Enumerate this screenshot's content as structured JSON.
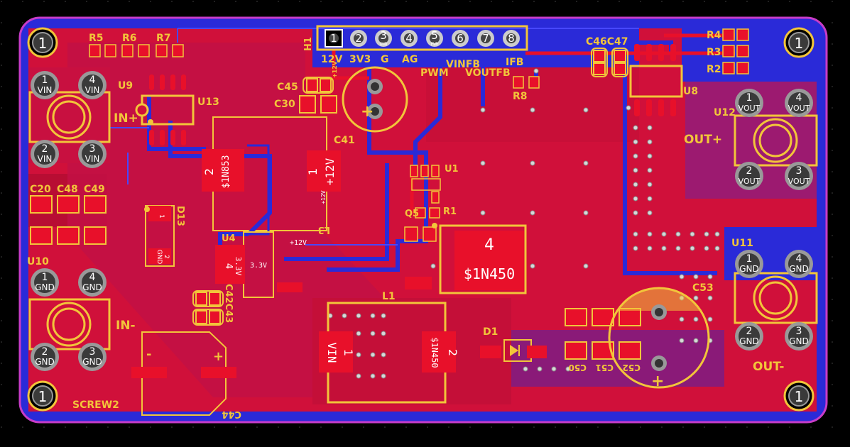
{
  "colors": {
    "background": "#000000",
    "board_edge": "#c83cc8",
    "copper_top": "#d0103a",
    "copper_top_dark": "#a80d30",
    "copper_bottom": "#2a2ad8",
    "silkscreen": "#f2c53a",
    "pad": "#e8102a",
    "via": "#c8c8c8"
  },
  "board": {
    "mount_holes": [
      {
        "id": "h1",
        "label": "1"
      },
      {
        "id": "h2",
        "label": "1"
      },
      {
        "id": "h3",
        "label": "1"
      },
      {
        "id": "h4",
        "label": "1"
      }
    ],
    "labels": {
      "r5": "R5",
      "r6": "R6",
      "r7": "R7",
      "h1": "H1",
      "u9": "U9",
      "u13": "U13",
      "c45": "C45",
      "c30": "C30",
      "c41": "C41",
      "c46c47": "C46C47",
      "r4": "R4",
      "r3": "R3",
      "r2": "R2",
      "u8": "U8",
      "r8": "R8",
      "u12": "U12",
      "in_plus": "IN+",
      "out_plus": "OUT+",
      "in_minus": "IN-",
      "out_minus": "OUT-",
      "c20": "C20",
      "c48": "C48",
      "c49": "C49",
      "d13": "D13",
      "u4": "U4",
      "c42c43": "C42C43",
      "u10": "U10",
      "screw2": "SCREW2",
      "c44": "C44",
      "l1": "L1",
      "l3": "L3",
      "u1": "U1",
      "q5": "Q5",
      "r1": "R1",
      "d1": "D1",
      "u11": "U11",
      "c53": "C53",
      "c50": "C50",
      "c51": "C51",
      "c52": "C52"
    },
    "header": {
      "pins": [
        "1",
        "2",
        "3",
        "4",
        "5",
        "6",
        "7",
        "8"
      ],
      "pin_names": [
        "",
        "",
        "GND",
        "",
        "PWM",
        "",
        "",
        ""
      ],
      "labels_row1": [
        "12V",
        "3V3",
        "G",
        "AG"
      ],
      "labels_row1_small": "+12V",
      "vinfb": "VINFB",
      "ifb": "IFB",
      "pwm": "PWM",
      "voutfb": "VOUTFB"
    },
    "terminals": {
      "u9": {
        "pins": [
          "1",
          "4",
          "2",
          "3"
        ],
        "names": [
          "VIN",
          "VIN",
          "VIN",
          "VIN"
        ]
      },
      "u12": {
        "pins": [
          "1",
          "4",
          "2",
          "3"
        ],
        "names": [
          "VOUT",
          "VOUT",
          "VOUT",
          "VOUT"
        ]
      },
      "u10": {
        "pins": [
          "1",
          "4",
          "2",
          "3"
        ],
        "names": [
          "GND",
          "GND",
          "GND",
          "GND"
        ]
      },
      "u11": {
        "pins": [
          "1",
          "4",
          "2",
          "3"
        ],
        "names": [
          "GND",
          "GND",
          "GND",
          "GND"
        ]
      }
    },
    "pads": {
      "d13_pad2": {
        "num": "2",
        "name": "$1N853"
      },
      "u4_pad1": {
        "num": "1",
        "name": "+12V"
      },
      "u4_pad1_small": "+12V",
      "d13_small": "1",
      "d13_gnd": "GND",
      "d13_two": "2",
      "u4_pad4": {
        "num": "4",
        "name": "3.3V"
      },
      "u4_net_33": "3.3V",
      "u4_net_12": "+12V",
      "q5_pad4": {
        "num": "4",
        "name": "$1N450"
      },
      "l1_pad1": {
        "num": "1",
        "name": "VIN"
      },
      "l1_pad2": {
        "num": "2",
        "name": "$1N450"
      },
      "cap_plus": "+",
      "cap_minus": "-"
    }
  }
}
